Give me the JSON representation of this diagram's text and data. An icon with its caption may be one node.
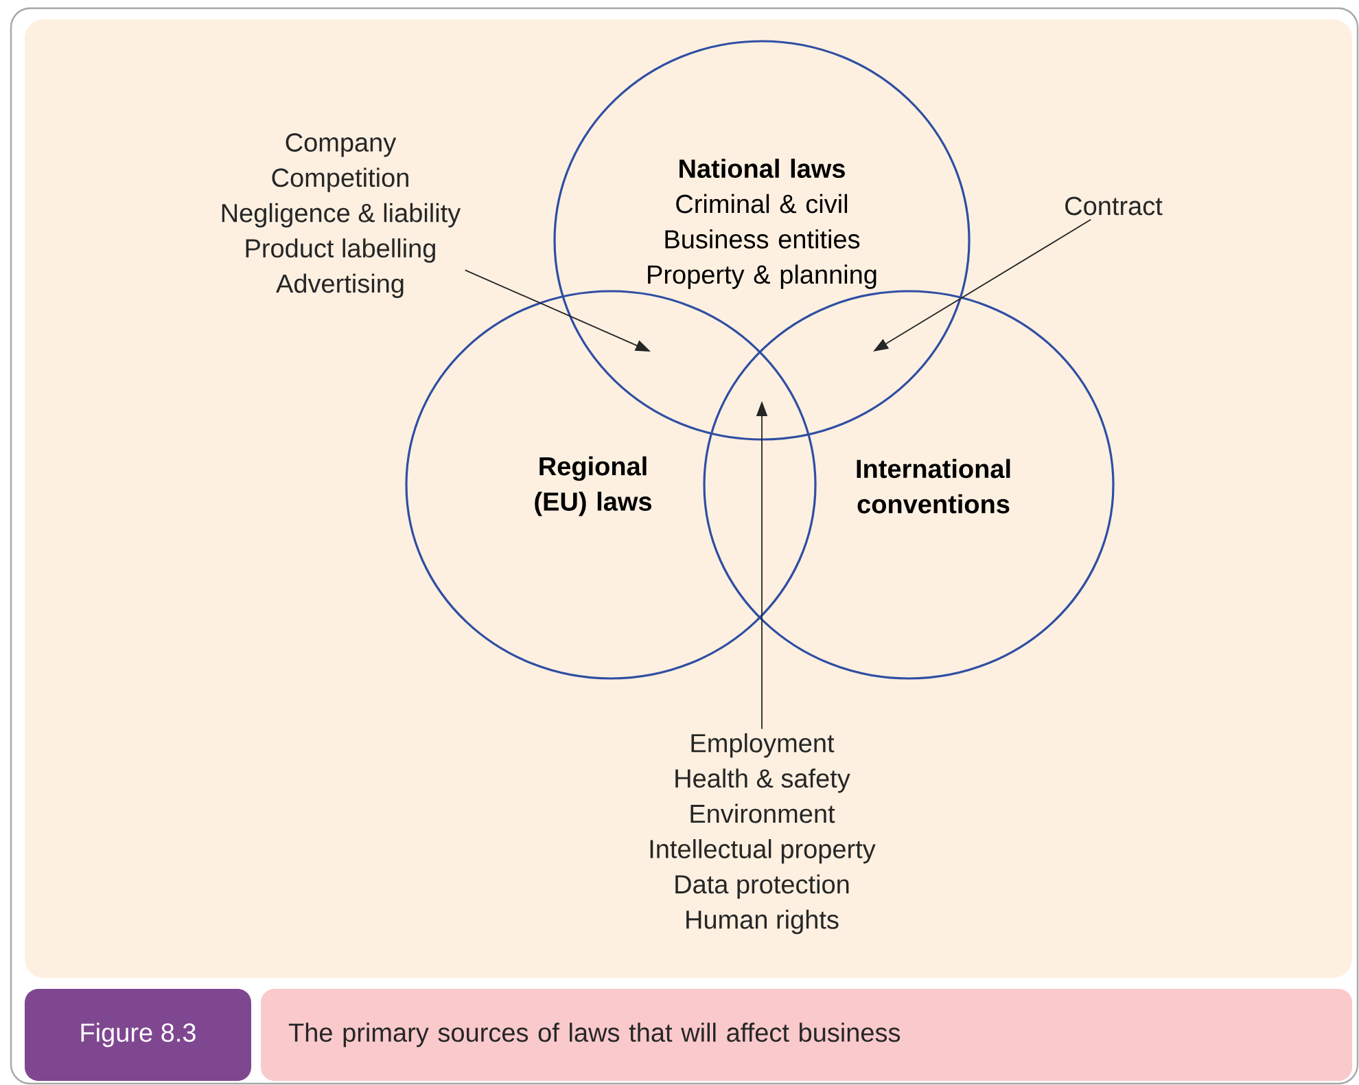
{
  "diagram": {
    "caption": "The primary sources of laws that will affect business",
    "nodes": [
      {
        "text": [
          "National laws",
          "Criminal & civil",
          "Business entities",
          "Property & planning"
        ]
      },
      {
        "text": [
          "Regional (EU) laws"
        ]
      },
      {
        "text": [
          "International conventions"
        ]
      },
      {
        "text": [
          "Company",
          "Competition",
          "Negligence & liability",
          "Product labelling",
          "Advertising"
        ]
      },
      {
        "text": [
          "Contract"
        ]
      },
      {
        "text": [
          "Employment",
          "Health & safety",
          "Environment",
          "Intellectual property",
          "Data protection",
          "Human rights"
        ]
      }
    ],
    "edges": [
      {
        "from": 3,
        "to": 1,
        "arrow": "to"
      },
      {
        "from": 4,
        "to": 2,
        "arrow": "to"
      },
      {
        "from": 5,
        "to": 1,
        "arrow": "to"
      }
    ],
    "labels": [
      "Figure 8.3"
    ]
  }
}
